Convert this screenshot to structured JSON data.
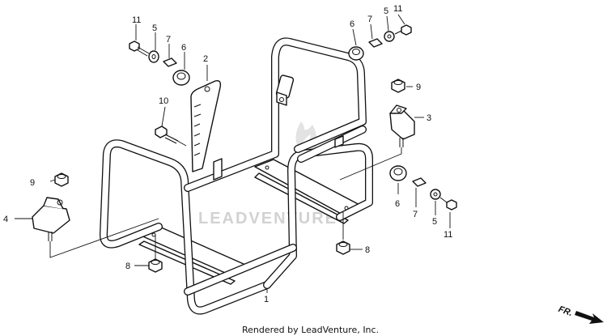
{
  "watermark": {
    "text": "LEADVENTURE"
  },
  "credit": {
    "text": "Rendered by LeadVenture, Inc."
  },
  "direction_arrow": {
    "label": "FR."
  },
  "callouts": [
    {
      "id": "c1",
      "label": "1"
    },
    {
      "id": "c2",
      "label": "2"
    },
    {
      "id": "c3",
      "label": "3"
    },
    {
      "id": "c4",
      "label": "4"
    },
    {
      "id": "c5a",
      "label": "5"
    },
    {
      "id": "c5b",
      "label": "5"
    },
    {
      "id": "c5c",
      "label": "5"
    },
    {
      "id": "c6a",
      "label": "6"
    },
    {
      "id": "c6b",
      "label": "6"
    },
    {
      "id": "c6c",
      "label": "6"
    },
    {
      "id": "c7a",
      "label": "7"
    },
    {
      "id": "c7b",
      "label": "7"
    },
    {
      "id": "c7c",
      "label": "7"
    },
    {
      "id": "c8a",
      "label": "8"
    },
    {
      "id": "c8b",
      "label": "8"
    },
    {
      "id": "c9a",
      "label": "9"
    },
    {
      "id": "c9b",
      "label": "9"
    },
    {
      "id": "c10",
      "label": "10"
    },
    {
      "id": "c11a",
      "label": "11"
    },
    {
      "id": "c11b",
      "label": "11"
    },
    {
      "id": "c11c",
      "label": "11"
    }
  ]
}
